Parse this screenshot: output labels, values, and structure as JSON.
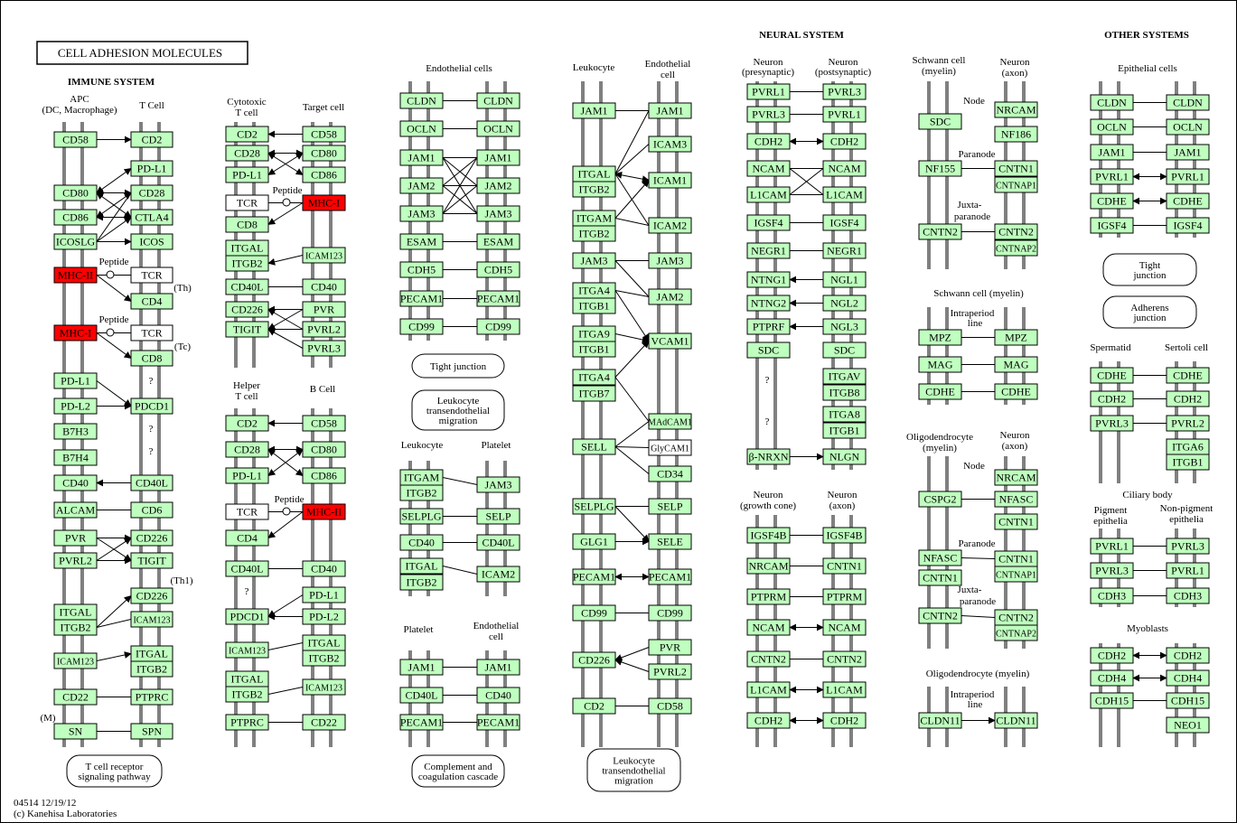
{
  "title": "CELL ADHESION MOLECULES",
  "footer": {
    "id": "04514 12/19/12",
    "copyright": "(c) Kanehisa Laboratories"
  },
  "sections": {
    "immune": "IMMUNE SYSTEM",
    "neural": "NEURAL SYSTEM",
    "other": "OTHER SYSTEMS"
  },
  "colors": {
    "gene": "#bfffbf",
    "highlight": "#ff0000",
    "membrane": "#808080",
    "plain": "#ffffff"
  },
  "headers": {
    "h_apc1": "APC",
    "h_apc2": "(DC, Macrophage)",
    "h_tcell": "T Cell",
    "h_ctc1": "Cytotoxic",
    "h_ctc2": "T cell",
    "h_target": "Target cell",
    "h_htc1": "Helper",
    "h_htc2": "T cell",
    "h_bcell": "B Cell",
    "h_endo1": "Endothelial cells",
    "h_leuk2": "Leukocyte",
    "h_plat2": "Platelet",
    "h_plat3": "Platelet",
    "h_endo3a": "Endothelial",
    "h_endo3b": "cell",
    "h_leuk4": "Leukocyte",
    "h_endo4a": "Endothelial",
    "h_endo4b": "cell",
    "h_npre1": "Neuron",
    "h_npre2": "(presynaptic)",
    "h_npost1": "Neuron",
    "h_npost2": "(postsynaptic)",
    "h_ngc1": "Neuron",
    "h_ngc2": "(growth cone)",
    "h_nax1": "Neuron",
    "h_nax2": "(axon)",
    "h_sch1": "Schwann cell",
    "h_sch2": "(myelin)",
    "h_nax3": "Neuron",
    "h_nax4": "(axon)",
    "h_sch3": "Schwann cell (myelin)",
    "h_olig1": "Oligodendrocyte",
    "h_olig2": "(myelin)",
    "h_nax5": "Neuron",
    "h_nax6": "(axon)",
    "h_olig3": "Oligodendrocyte (myelin)",
    "h_epi": "Epithelial cells",
    "h_sperm": "Spermatid",
    "h_sert": "Sertoli cell",
    "h_cil": "Ciliary body",
    "h_pig1": "Pigment",
    "h_pig2": "epithelia",
    "h_npig1": "Non-pigment",
    "h_npig2": "epithelia",
    "h_myo": "Myoblasts"
  },
  "labels": {
    "pep1": "Peptide",
    "pep2": "Peptide",
    "pep3": "Peptide",
    "pep4": "Peptide",
    "th": "(Th)",
    "tc": "(Tc)",
    "th1": "(Th1)",
    "m": "(M)",
    "q1": "?",
    "q2": "?",
    "q3": "?",
    "q4": "?",
    "q5": "?",
    "q6": "?",
    "node1": "Node",
    "para1": "Paranode",
    "juxta1a": "Juxta-",
    "juxta1b": "paranode",
    "node2": "Node",
    "para2": "Paranode",
    "juxta2a": "Juxta-",
    "juxta2b": "paranode",
    "intra1a": "Intraperiod",
    "intra1b": "line",
    "intra2a": "Intraperiod",
    "intra2b": "line"
  },
  "pathways": {
    "tcr": [
      "T cell receptor",
      "signaling pathway"
    ],
    "tight1": [
      "Tight junction"
    ],
    "lte1": [
      "Leukocyte",
      "transendothelial",
      "migration"
    ],
    "comp": [
      "Complement and",
      "coagulation cascade"
    ],
    "lte2": [
      "Leukocyte",
      "transendothelial",
      "migration"
    ],
    "tight2": [
      "Tight",
      "junction"
    ],
    "adh": [
      "Adherens",
      "junction"
    ]
  },
  "genes": {
    "g1": "CD58",
    "g2": "CD2",
    "g3": "PD-L1",
    "g4": "CD80",
    "g5": "CD28",
    "g6": "CD86",
    "g7": "CTLA4",
    "g8": "ICOSLG",
    "g9": "ICOS",
    "g10": "MHC-II",
    "g11": "TCR",
    "g12": "CD4",
    "g13": "MHC-I",
    "g14": "TCR",
    "g15": "CD8",
    "g16": "PD-L1",
    "g17": "PD-L2",
    "g18": "PDCD1",
    "g19": "B7H3",
    "g20": "B7H4",
    "g21": "CD40",
    "g22": "CD40L",
    "g23": "ALCAM",
    "g24": "CD6",
    "g25": "PVR",
    "g26": "CD226",
    "g27": "PVRL2",
    "g28": "TIGIT",
    "g29": "CD226",
    "g30": "ITGAL",
    "g31": "ITGB2",
    "g32": "ICAM123",
    "g33": "ICAM123",
    "g34": "ITGAL",
    "g35": "ITGB2",
    "g36": "CD22",
    "g37": "PTPRC",
    "g38": "SN",
    "g39": "SPN",
    "g40": "CD2",
    "g41": "CD58",
    "g42": "CD28",
    "g43": "CD80",
    "g44": "PD-L1",
    "g45": "CD86",
    "g46": "TCR",
    "g47": "MHC-I",
    "g48": "CD8",
    "g49": "ITGAL",
    "g50": "ITGB2",
    "g51": "ICAM123",
    "g52": "CD40L",
    "g53": "CD40",
    "g54": "CD226",
    "g55": "PVR",
    "g56": "TIGIT",
    "g57": "PVRL2",
    "g58": "PVRL3",
    "g59": "CD2",
    "g60": "CD58",
    "g61": "CD28",
    "g62": "CD80",
    "g63": "PD-L1",
    "g64": "CD86",
    "g65": "TCR",
    "g66": "MHC-II",
    "g67": "CD4",
    "g68": "CD40L",
    "g69": "CD40",
    "g70": "PD-L1",
    "g71": "PDCD1",
    "g72": "PD-L2",
    "g73": "ICAM123",
    "g74": "ITGAL",
    "g75": "ITGB2",
    "g76": "ITGAL",
    "g77": "ITGB2",
    "g78": "ICAM123",
    "g79": "PTPRC",
    "g80": "CD22",
    "g81": "CLDN",
    "g82": "CLDN",
    "g83": "OCLN",
    "g84": "OCLN",
    "g85": "JAM1",
    "g86": "JAM1",
    "g87": "JAM2",
    "g88": "JAM2",
    "g89": "JAM3",
    "g90": "JAM3",
    "g91": "ESAM",
    "g92": "ESAM",
    "g93": "CDH5",
    "g94": "CDH5",
    "g95": "PECAM1",
    "g96": "PECAM1",
    "g97": "CD99",
    "g98": "CD99",
    "g99": "ITGAM",
    "g100": "ITGB2",
    "g101": "JAM3",
    "g102": "SELPLG",
    "g103": "SELP",
    "g104": "CD40",
    "g105": "CD40L",
    "g106": "ITGAL",
    "g107": "ITGB2",
    "g108": "ICAM2",
    "g109": "JAM1",
    "g110": "JAM1",
    "g111": "CD40L",
    "g112": "CD40",
    "g113": "PECAM1",
    "g114": "PECAM1",
    "g115": "JAM1",
    "g116": "JAM1",
    "g117": "ICAM3",
    "g118": "ITGAL",
    "g119": "ITGB2",
    "g120": "ICAM1",
    "g121": "ITGAM",
    "g122": "ITGB2",
    "g123": "ICAM2",
    "g124": "JAM3",
    "g125": "JAM3",
    "g126": "ITGA4",
    "g127": "ITGB1",
    "g128": "JAM2",
    "g129": "ITGA9",
    "g130": "ITGB1",
    "g131": "VCAM1",
    "g132": "ITGA4",
    "g133": "ITGB7",
    "g134": "MAdCAM1",
    "g135": "SELL",
    "g136": "GlyCAM1",
    "g137": "CD34",
    "g138": "SELPLG",
    "g139": "SELP",
    "g140": "GLG1",
    "g141": "SELE",
    "g142": "PECAM1",
    "g143": "PECAM1",
    "g144": "CD99",
    "g145": "CD99",
    "g146": "CD226",
    "g147": "PVR",
    "g148": "PVRL2",
    "g149": "CD2",
    "g150": "CD58",
    "g151": "PVRL1",
    "g152": "PVRL3",
    "g153": "PVRL3",
    "g154": "PVRL1",
    "g155": "CDH2",
    "g156": "CDH2",
    "g157": "NCAM",
    "g158": "NCAM",
    "g159": "L1CAM",
    "g160": "L1CAM",
    "g161": "IGSF4",
    "g162": "IGSF4",
    "g163": "NEGR1",
    "g164": "NEGR1",
    "g165": "NTNG1",
    "g166": "NGL1",
    "g167": "NTNG2",
    "g168": "NGL2",
    "g169": "PTPRF",
    "g170": "NGL3",
    "g171": "SDC",
    "g172": "SDC",
    "g173": "ITGAV",
    "g174": "ITGB8",
    "g175": "ITGA8",
    "g176": "ITGB1",
    "g177": "β-NRXN",
    "g178": "NLGN",
    "g179": "IGSF4B",
    "g180": "IGSF4B",
    "g181": "NRCAM",
    "g182": "CNTN1",
    "g183": "PTPRM",
    "g184": "PTPRM",
    "g185": "NCAM",
    "g186": "NCAM",
    "g187": "CNTN2",
    "g188": "CNTN2",
    "g189": "L1CAM",
    "g190": "L1CAM",
    "g191": "CDH2",
    "g192": "CDH2",
    "g193": "SDC",
    "g194": "NRCAM",
    "g195": "NF186",
    "g196": "NF155",
    "g197": "CNTN1",
    "g198": "CNTNAP1",
    "g199": "CNTN2",
    "g200": "CNTN2",
    "g201": "CNTNAP2",
    "g202": "MPZ",
    "g203": "MPZ",
    "g204": "MAG",
    "g205": "MAG",
    "g206": "CDHE",
    "g207": "CDHE",
    "g208": "NRCAM",
    "g209": "CSPG2",
    "g210": "NFASC",
    "g211": "CNTN1",
    "g212": "NFASC",
    "g213": "CNTN1",
    "g214": "CNTNAP1",
    "g215": "CNTN1",
    "g216": "CNTN2",
    "g217": "CNTN2",
    "g218": "CNTNAP2",
    "g219": "CLDN11",
    "g220": "CLDN11",
    "g221": "CLDN",
    "g222": "CLDN",
    "g223": "OCLN",
    "g224": "OCLN",
    "g225": "JAM1",
    "g226": "JAM1",
    "g227": "PVRL1",
    "g228": "PVRL1",
    "g229": "CDHE",
    "g230": "CDHE",
    "g231": "IGSF4",
    "g232": "IGSF4",
    "g233": "CDHE",
    "g234": "CDHE",
    "g235": "CDH2",
    "g236": "CDH2",
    "g237": "PVRL3",
    "g238": "PVRL2",
    "g239": "ITGA6",
    "g240": "ITGB1",
    "g241": "PVRL1",
    "g242": "PVRL3",
    "g243": "PVRL3",
    "g244": "PVRL1",
    "g245": "CDH3",
    "g246": "CDH3",
    "g247": "CDH2",
    "g248": "CDH2",
    "g249": "CDH4",
    "g250": "CDH4",
    "g251": "CDH15",
    "g252": "CDH15",
    "g253": "NEO1"
  }
}
